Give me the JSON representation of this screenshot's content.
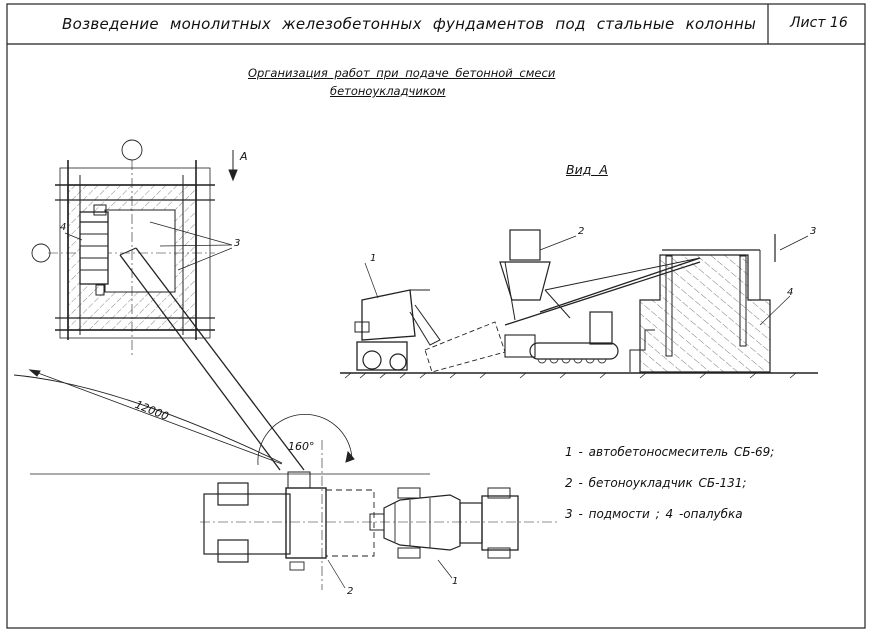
{
  "title_block": {
    "title": "Возведение монолитных железобетонных фундаментов под стальные колонны",
    "sheet": "Лист 16"
  },
  "drawing": {
    "subtitle_line1": "Организация работ при подаче бетонной смеси",
    "subtitle_line2": "бетоноукладчиком",
    "view_label": "Вид А",
    "direction_mark": "А",
    "reach_dimension": "12000",
    "rotation_angle": "160°",
    "callouts": {
      "c1": "1",
      "c2": "2",
      "c3": "3",
      "c4": "4"
    }
  },
  "legend": {
    "item1": "1 - автобетоносмеситель СБ-69;",
    "item2": "2 - бетоноукладчик СБ-131;",
    "item3": "3 - подмости ; 4 -опалубка"
  }
}
